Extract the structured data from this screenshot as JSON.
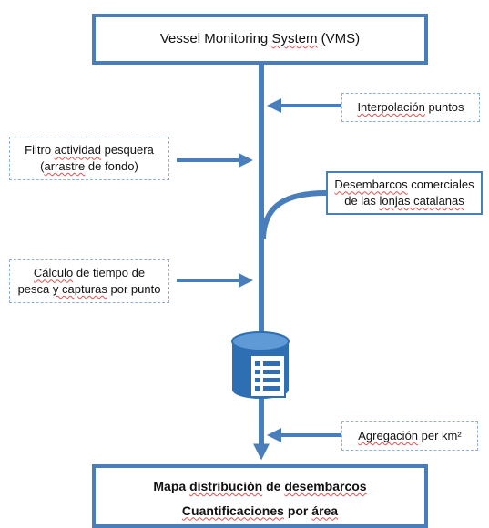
{
  "top_box": {
    "prefix": "Vessel Monitoring ",
    "sq": "System",
    "suffix": " (VMS)"
  },
  "interpolacion": {
    "a": "Interpolación",
    "b": " puntos"
  },
  "filtro": {
    "line1": {
      "a": "Filtro ",
      "sq": "actividad",
      "b": " pesquera"
    },
    "line2": {
      "a": "(",
      "sq": "arrastre",
      "b": " de fondo)"
    }
  },
  "desembarcos": {
    "line1": {
      "sq": "Desembarcos",
      "b": " comerciales"
    },
    "line2": {
      "a": "de las ",
      "sq": "lonjas catalanas"
    }
  },
  "calculo": {
    "line1": {
      "sq": "Cálculo",
      "b": " de tiempo de"
    },
    "line2": {
      "a": "pesca ",
      "sq": "y capturas",
      "b": " por punto"
    }
  },
  "agregacion": {
    "sq": "Agregación",
    "b": " per km²"
  },
  "bottom_box": {
    "line1": {
      "a": "Mapa ",
      "sq": "distribución",
      "b": " de ",
      "sq2": "desembarcos"
    },
    "line2": {
      "sq": "Cuantificaciones",
      "b": " por ",
      "sq2": "área"
    }
  },
  "colors": {
    "flow": "#4a7ebb",
    "db": "#2e6fb4",
    "dashed": "#8fb0d8"
  },
  "icons": {
    "database": "database-document-icon"
  }
}
